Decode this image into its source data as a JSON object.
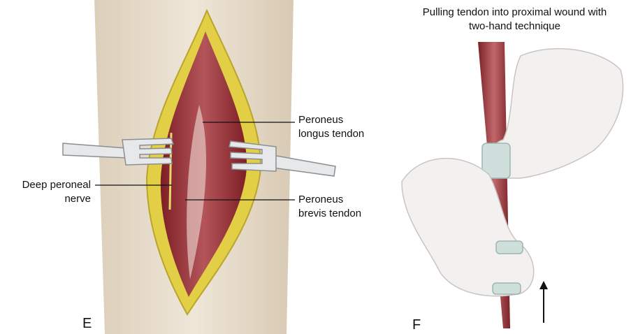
{
  "panel_e": {
    "letter": "E",
    "labels": {
      "longus_1": "Peroneus",
      "longus_2": "longus tendon",
      "brevis_1": "Peroneus",
      "brevis_2": "brevis tendon",
      "nerve_1": "Deep peroneal",
      "nerve_2": "nerve"
    }
  },
  "panel_f": {
    "letter": "F",
    "caption_1": "Pulling tendon into proximal wound with",
    "caption_2": "two-hand technique"
  },
  "colors": {
    "skin": "#e9dfcf",
    "fat": "#e8d23a",
    "muscle": "#9a2c30",
    "glove": "#f2efee"
  }
}
